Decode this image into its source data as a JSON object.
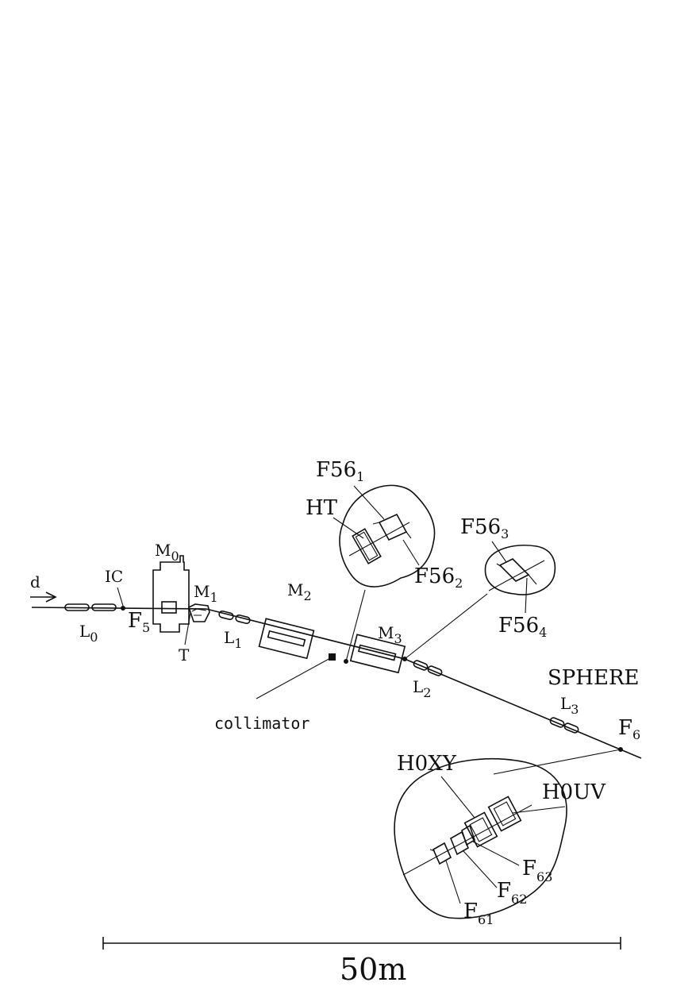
{
  "labels": {
    "d": "d",
    "ic": "IC",
    "l0": "L",
    "l0_sub": "0",
    "f5": "F",
    "f5_sub": "5",
    "m0": "M",
    "m0_sub": "0",
    "m1": "M",
    "m1_sub": "1",
    "t": "T",
    "l1": "L",
    "l1_sub": "1",
    "m2": "M",
    "m2_sub": "2",
    "collimator": "collimator",
    "m3": "M",
    "m3_sub": "3",
    "l2": "L",
    "l2_sub": "2",
    "l3": "L",
    "l3_sub": "3",
    "sphere": "SPHERE",
    "f6": "F",
    "f6_sub": "6",
    "ht": "HT",
    "f56_1": "F56",
    "f56_1_sub": "1",
    "f56_2": "F56",
    "f56_2_sub": "2",
    "f56_3": "F56",
    "f56_3_sub": "3",
    "f56_4": "F56",
    "f56_4_sub": "4",
    "h0xy": "H0XY",
    "h0uv": "H0UV",
    "f61": "F",
    "f61_sub": "61",
    "f62": "F",
    "f62_sub": "62",
    "f63": "F",
    "f63_sub": "63"
  },
  "scale_bar": {
    "label": "50m"
  }
}
